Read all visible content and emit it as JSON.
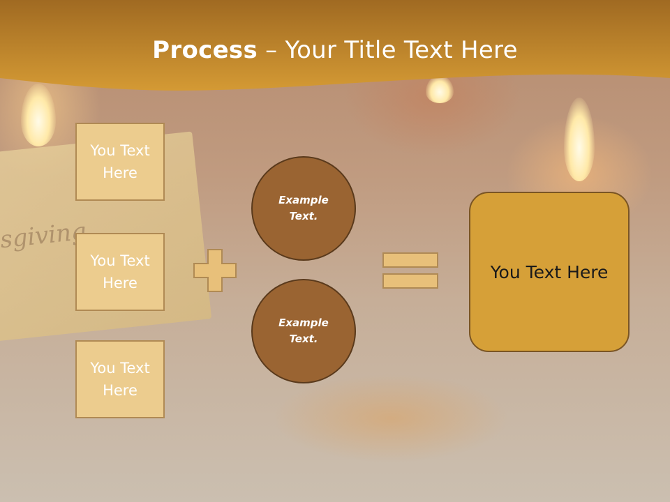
{
  "slide": {
    "title_bold": "Process",
    "title_rest": " – Your Title Text Here"
  },
  "background": {
    "script_text": "sgiving"
  },
  "left_boxes": [
    {
      "label": "You Text Here"
    },
    {
      "label": "You Text Here"
    },
    {
      "label": "You Text Here"
    }
  ],
  "circles": [
    {
      "label": "Example Text."
    },
    {
      "label": "Example Text."
    }
  ],
  "result": {
    "label": "You Text Here"
  },
  "colors": {
    "banner": "#c8902c",
    "box_fill": "#eccc8e",
    "circle_fill": "#9a6432",
    "result_fill": "#d6a038",
    "symbol_fill": "#e8c07a"
  },
  "icons": {
    "plus": "plus-icon",
    "equals": "equals-icon"
  }
}
